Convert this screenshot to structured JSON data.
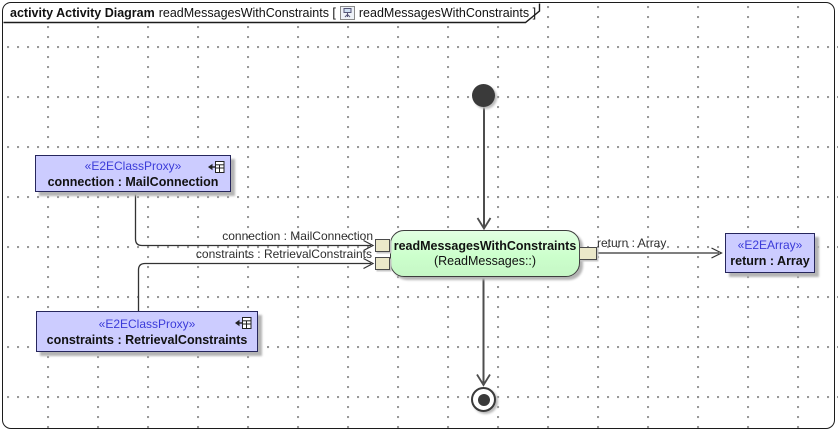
{
  "title": {
    "bold": "activity Activity Diagram",
    "context": "readMessagesWithConstraints [",
    "diagram": "readMessagesWithConstraints ]"
  },
  "action": {
    "name": "readMessagesWithConstraints",
    "qualifier": "(ReadMessages::)"
  },
  "objects": {
    "connection": {
      "stereotype": "«E2EClassProxy»",
      "name": "connection : MailConnection"
    },
    "constraints": {
      "stereotype": "«E2EClassProxy»",
      "name": "constraints : RetrievalConstraints"
    },
    "return": {
      "stereotype": "«E2EArray»",
      "name": "return : Array"
    }
  },
  "edge_labels": {
    "connection": "connection : MailConnection",
    "constraints": "constraints : RetrievalConstraints",
    "return": "return : Array"
  },
  "icons": {
    "title_icon": "activity-diagram-icon",
    "proxy_icon": "element-reference-icon"
  },
  "colors": {
    "object_fill": "#ccccff",
    "object_border": "#26265c",
    "action_fill": "#ccffcc",
    "action_border": "#3d3d3d",
    "pin_fill": "#ebe8c9",
    "stereotype_text": "#3b3bd9",
    "edge": "#4d4d4d",
    "object_flow_edge": "#333333",
    "grid_dot": "#909090",
    "shadow": "#b4b4b4"
  }
}
